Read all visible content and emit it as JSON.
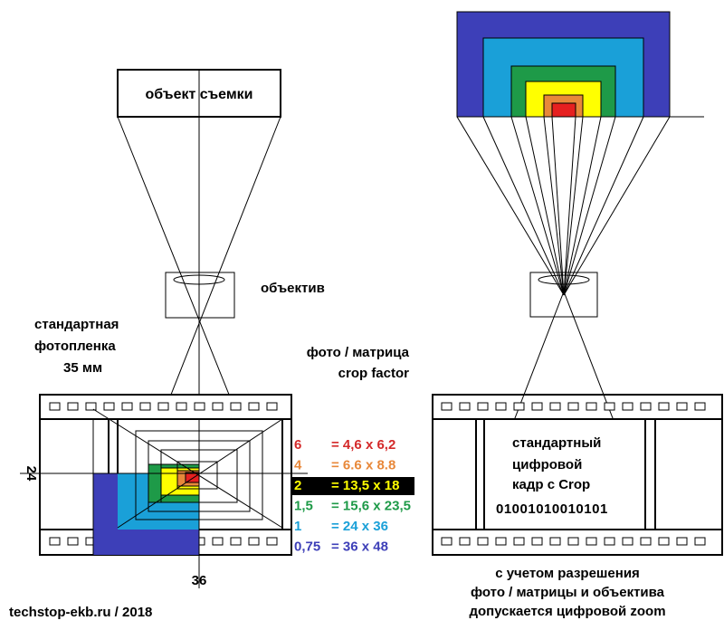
{
  "left_diagram": {
    "object_label": "объект съемки",
    "lens_label": "объектив",
    "film_label_lines": [
      "стандартная",
      "фотопленка",
      "35 мм"
    ],
    "sensor_label_lines": [
      "фото / матрица",
      "crop factor"
    ],
    "height_label": "24",
    "width_label": "36",
    "crop_factors": [
      {
        "factor": "6",
        "size": "= 4,6 x 6,2",
        "color": "#d42a2a",
        "highlight": false
      },
      {
        "factor": "4",
        "size": "= 6.6 x 8.8",
        "color": "#e8883a",
        "highlight": false
      },
      {
        "factor": "2",
        "size": "= 13,5 x 18",
        "color": "#ffff00",
        "highlight": true
      },
      {
        "factor": "1,5",
        "size": "= 15,6 x 23,5",
        "color": "#1e9a48",
        "highlight": false
      },
      {
        "factor": "1",
        "size": "= 24 x 36",
        "color": "#1aa0d8",
        "highlight": false
      },
      {
        "factor": "0,75",
        "size": "= 36 x 48",
        "color": "#3d3fb8",
        "highlight": false
      }
    ]
  },
  "right_diagram": {
    "frame_label_lines": [
      "стандартный",
      "цифровой",
      "кадр с Crop"
    ],
    "binary_text": "01001010010101",
    "note_lines": [
      "с учетом разрешения",
      "фото / матрицы и объектива",
      "допускается цифровой zoom"
    ]
  },
  "footer": {
    "credit": "techstop-ekb.ru / 2018"
  },
  "colors": {
    "blue": "#3d3fb8",
    "cyan": "#1aa0d8",
    "green": "#1e9a48",
    "yellow": "#ffff00",
    "orange": "#e8883a",
    "red": "#e62020"
  }
}
